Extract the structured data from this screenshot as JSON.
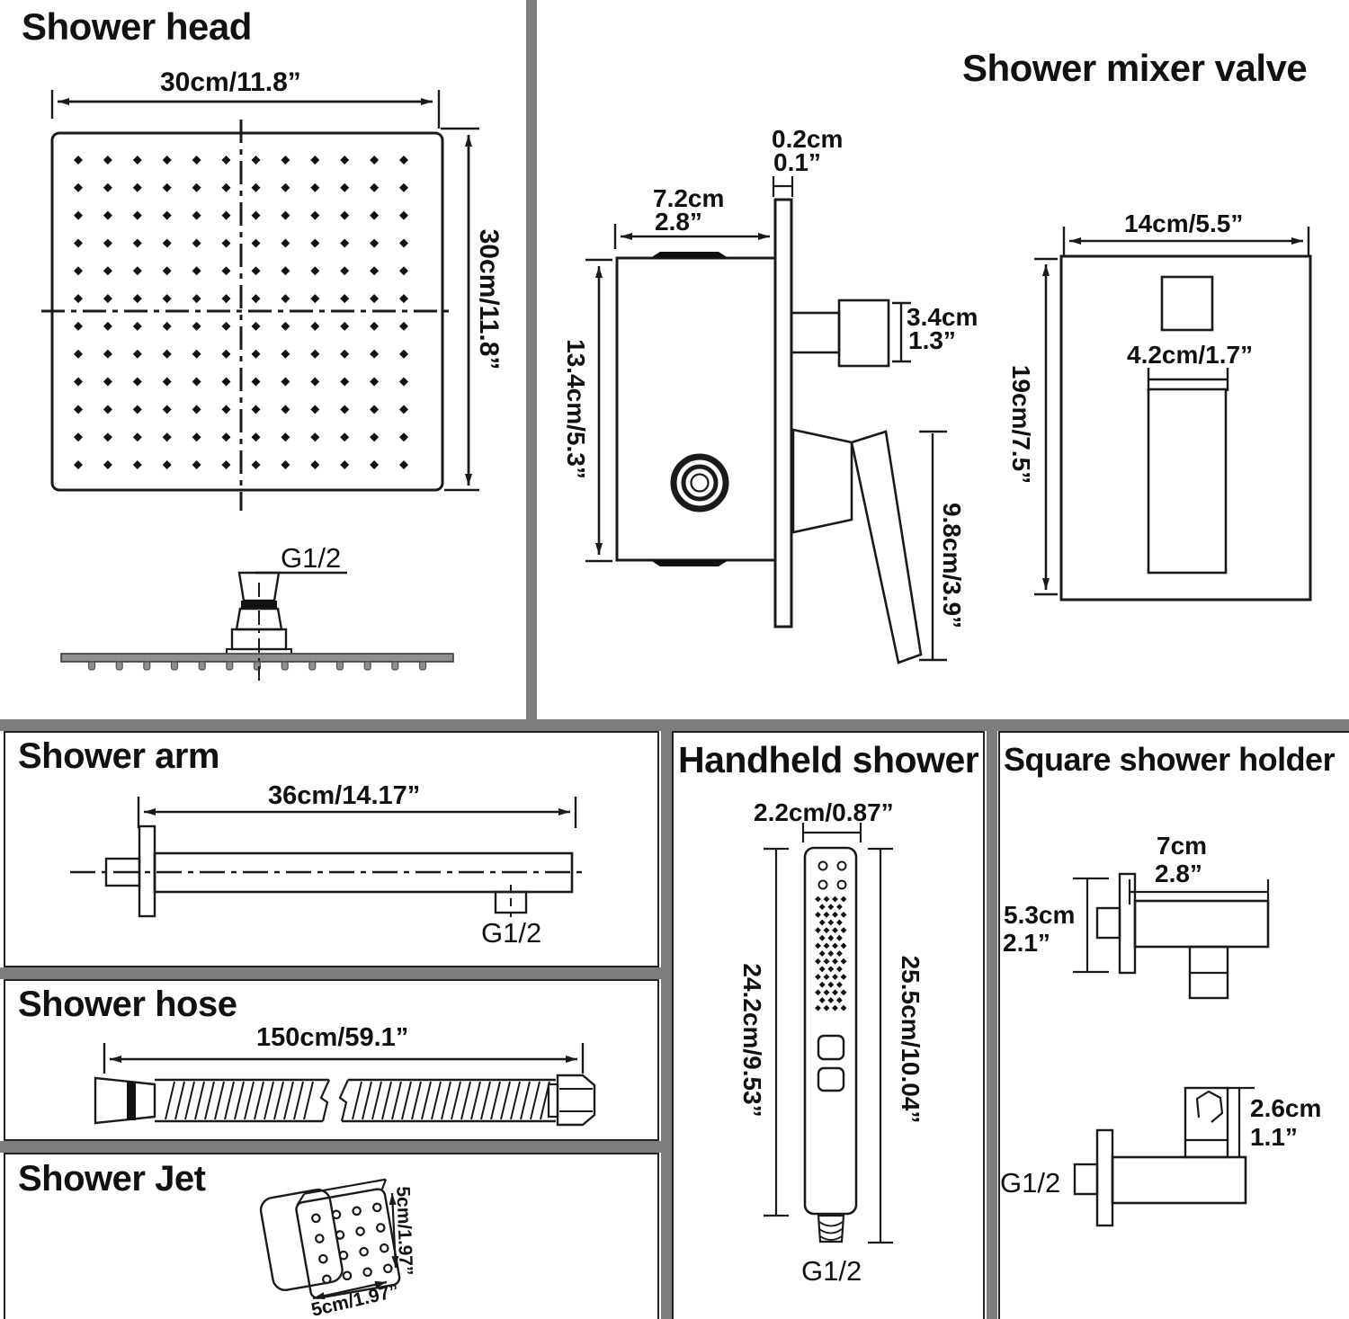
{
  "colors": {
    "line": "#1a1a1a",
    "divider": "#7d7d7d",
    "plate_fill": "#8f8f8f"
  },
  "sections": {
    "shower_head": {
      "title": "Shower head",
      "dim_width": "30cm/11.8”",
      "dim_height": "30cm/11.8”",
      "thread_label": "G1/2"
    },
    "mixer_valve": {
      "title": "Shower mixer valve",
      "plate_thickness_cm": "0.2cm",
      "plate_thickness_in": "0.1”",
      "body_width_cm": "7.2cm",
      "body_width_in": "2.8”",
      "body_height": "13.4cm/5.3”",
      "knob_cm": "3.4cm",
      "knob_in": "1.3”",
      "handle_length": "9.8cm/3.9”",
      "trim_width": "14cm/5.5”",
      "trim_height": "19cm/7.5”",
      "handle_cutout_width": "4.2cm/1.7”"
    },
    "shower_arm": {
      "title": "Shower arm",
      "length": "36cm/14.17”",
      "thread_label": "G1/2"
    },
    "shower_hose": {
      "title": "Shower hose",
      "length": "150cm/59.1”"
    },
    "shower_jet": {
      "title": "Shower Jet",
      "height": "5cm/1.97”",
      "width": "5cm/1.97”"
    },
    "handheld": {
      "title": "Handheld shower",
      "width": "2.2cm/0.87”",
      "body_length": "24.2cm/9.53”",
      "total_length": "25.5cm/10.04”",
      "thread_label": "G1/2"
    },
    "holder": {
      "title": "Square shower holder",
      "depth_cm": "7cm",
      "depth_in": "2.8”",
      "height_cm": "5.3cm",
      "height_in": "2.1”",
      "clamp_cm": "2.6cm",
      "clamp_in": "1.1”",
      "thread_label": "G1/2"
    }
  }
}
